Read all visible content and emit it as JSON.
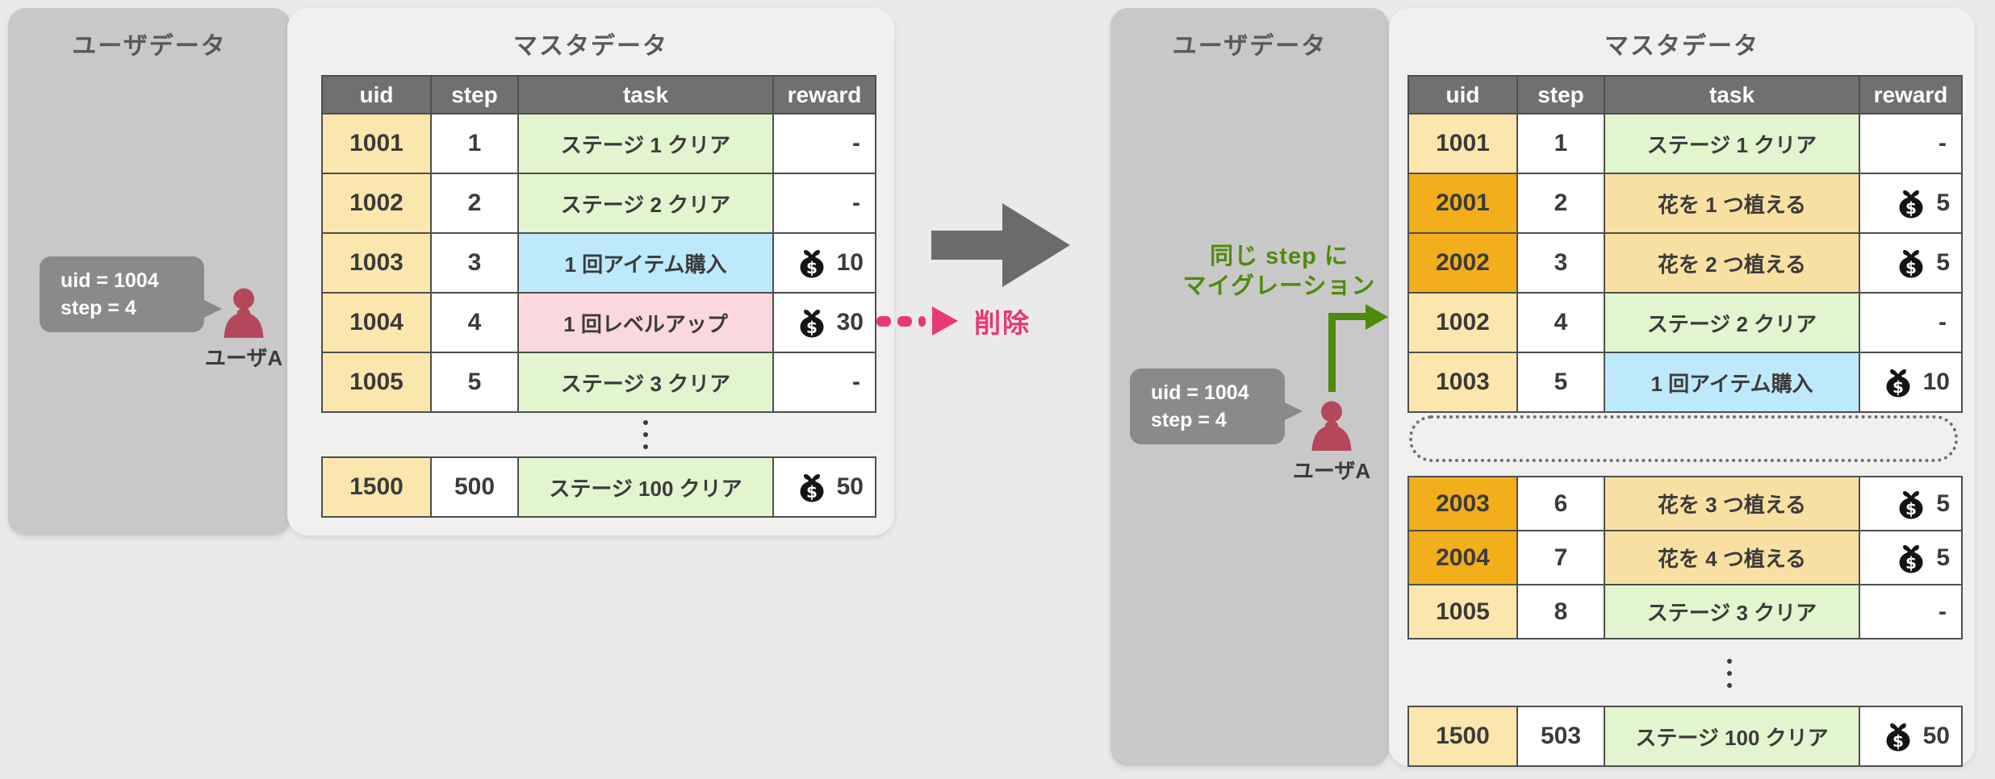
{
  "colors": {
    "page_bg": "#EBEAEA",
    "sidebar_gray": "#C9C8C8",
    "card_bg": "#F1F0EF",
    "header_gray": "#707070",
    "uid_cream": "#FBE7AE",
    "uid_orange": "#F3AE1B",
    "task_green": "#E1F5CE",
    "task_blue": "#BEE9FC",
    "task_pink": "#FBD8DE",
    "task_tan": "#F8E0A2",
    "accent_pink": "#E73A70",
    "accent_green": "#4F8A0D",
    "arrow_gray": "#6B6B6B",
    "person_red": "#B4485A"
  },
  "left": {
    "sidebar_title": "ユーザデータ",
    "card_title": "マスタデータ",
    "bubble": {
      "line1": "uid = 1004",
      "line2": "step = 4"
    },
    "person_label": "ユーザA",
    "delete_label": "削除",
    "table": {
      "headers": [
        "uid",
        "step",
        "task",
        "reward"
      ],
      "rows": [
        {
          "uid": "1001",
          "uid_bg": "cream",
          "step": "1",
          "task": "ステージ 1 クリア",
          "task_bg": "green",
          "reward": "-",
          "reward_kind": "dash"
        },
        {
          "uid": "1002",
          "uid_bg": "cream",
          "step": "2",
          "task": "ステージ 2 クリア",
          "task_bg": "green",
          "reward": "-",
          "reward_kind": "dash"
        },
        {
          "uid": "1003",
          "uid_bg": "cream",
          "step": "3",
          "task": "1 回アイテム購入",
          "task_bg": "blue",
          "reward": "10",
          "reward_kind": "money"
        },
        {
          "uid": "1004",
          "uid_bg": "cream",
          "step": "4",
          "task": "1 回レベルアップ",
          "task_bg": "pink",
          "reward": "30",
          "reward_kind": "money"
        },
        {
          "uid": "1005",
          "uid_bg": "cream",
          "step": "5",
          "task": "ステージ 3 クリア",
          "task_bg": "green",
          "reward": "-",
          "reward_kind": "dash"
        }
      ],
      "ellipsis": "⋮",
      "footer_rows": [
        {
          "uid": "1500",
          "uid_bg": "cream",
          "step": "500",
          "task": "ステージ 100 クリア",
          "task_bg": "green",
          "reward": "50",
          "reward_kind": "money"
        }
      ]
    }
  },
  "right": {
    "sidebar_title": "ユーザデータ",
    "card_title": "マスタデータ",
    "bubble": {
      "line1": "uid = 1004",
      "line2": "step = 4"
    },
    "person_label": "ユーザA",
    "migration_label": {
      "line1": "同じ step に",
      "line2": "マイグレーション"
    },
    "table": {
      "headers": [
        "uid",
        "step",
        "task",
        "reward"
      ],
      "rows_top": [
        {
          "uid": "1001",
          "uid_bg": "cream",
          "step": "1",
          "task": "ステージ 1 クリア",
          "task_bg": "green",
          "reward": "-",
          "reward_kind": "dash"
        },
        {
          "uid": "2001",
          "uid_bg": "orange",
          "step": "2",
          "task": "花を 1 つ植える",
          "task_bg": "tan",
          "reward": "5",
          "reward_kind": "money"
        },
        {
          "uid": "2002",
          "uid_bg": "orange",
          "step": "3",
          "task": "花を 2 つ植える",
          "task_bg": "tan",
          "reward": "5",
          "reward_kind": "money"
        },
        {
          "uid": "1002",
          "uid_bg": "cream",
          "step": "4",
          "task": "ステージ 2 クリア",
          "task_bg": "green",
          "reward": "-",
          "reward_kind": "dash"
        },
        {
          "uid": "1003",
          "uid_bg": "cream",
          "step": "5",
          "task": "1 回アイテム購入",
          "task_bg": "blue",
          "reward": "10",
          "reward_kind": "money"
        }
      ],
      "rows_mid": [
        {
          "uid": "2003",
          "uid_bg": "orange",
          "step": "6",
          "task": "花を 3 つ植える",
          "task_bg": "tan",
          "reward": "5",
          "reward_kind": "money"
        },
        {
          "uid": "2004",
          "uid_bg": "orange",
          "step": "7",
          "task": "花を 4 つ植える",
          "task_bg": "tan",
          "reward": "5",
          "reward_kind": "money"
        },
        {
          "uid": "1005",
          "uid_bg": "cream",
          "step": "8",
          "task": "ステージ 3 クリア",
          "task_bg": "green",
          "reward": "-",
          "reward_kind": "dash"
        }
      ],
      "ellipsis": "⋮",
      "footer_rows": [
        {
          "uid": "1500",
          "uid_bg": "cream",
          "step": "503",
          "task": "ステージ 100 クリア",
          "task_bg": "green",
          "reward": "50",
          "reward_kind": "money"
        }
      ]
    }
  }
}
